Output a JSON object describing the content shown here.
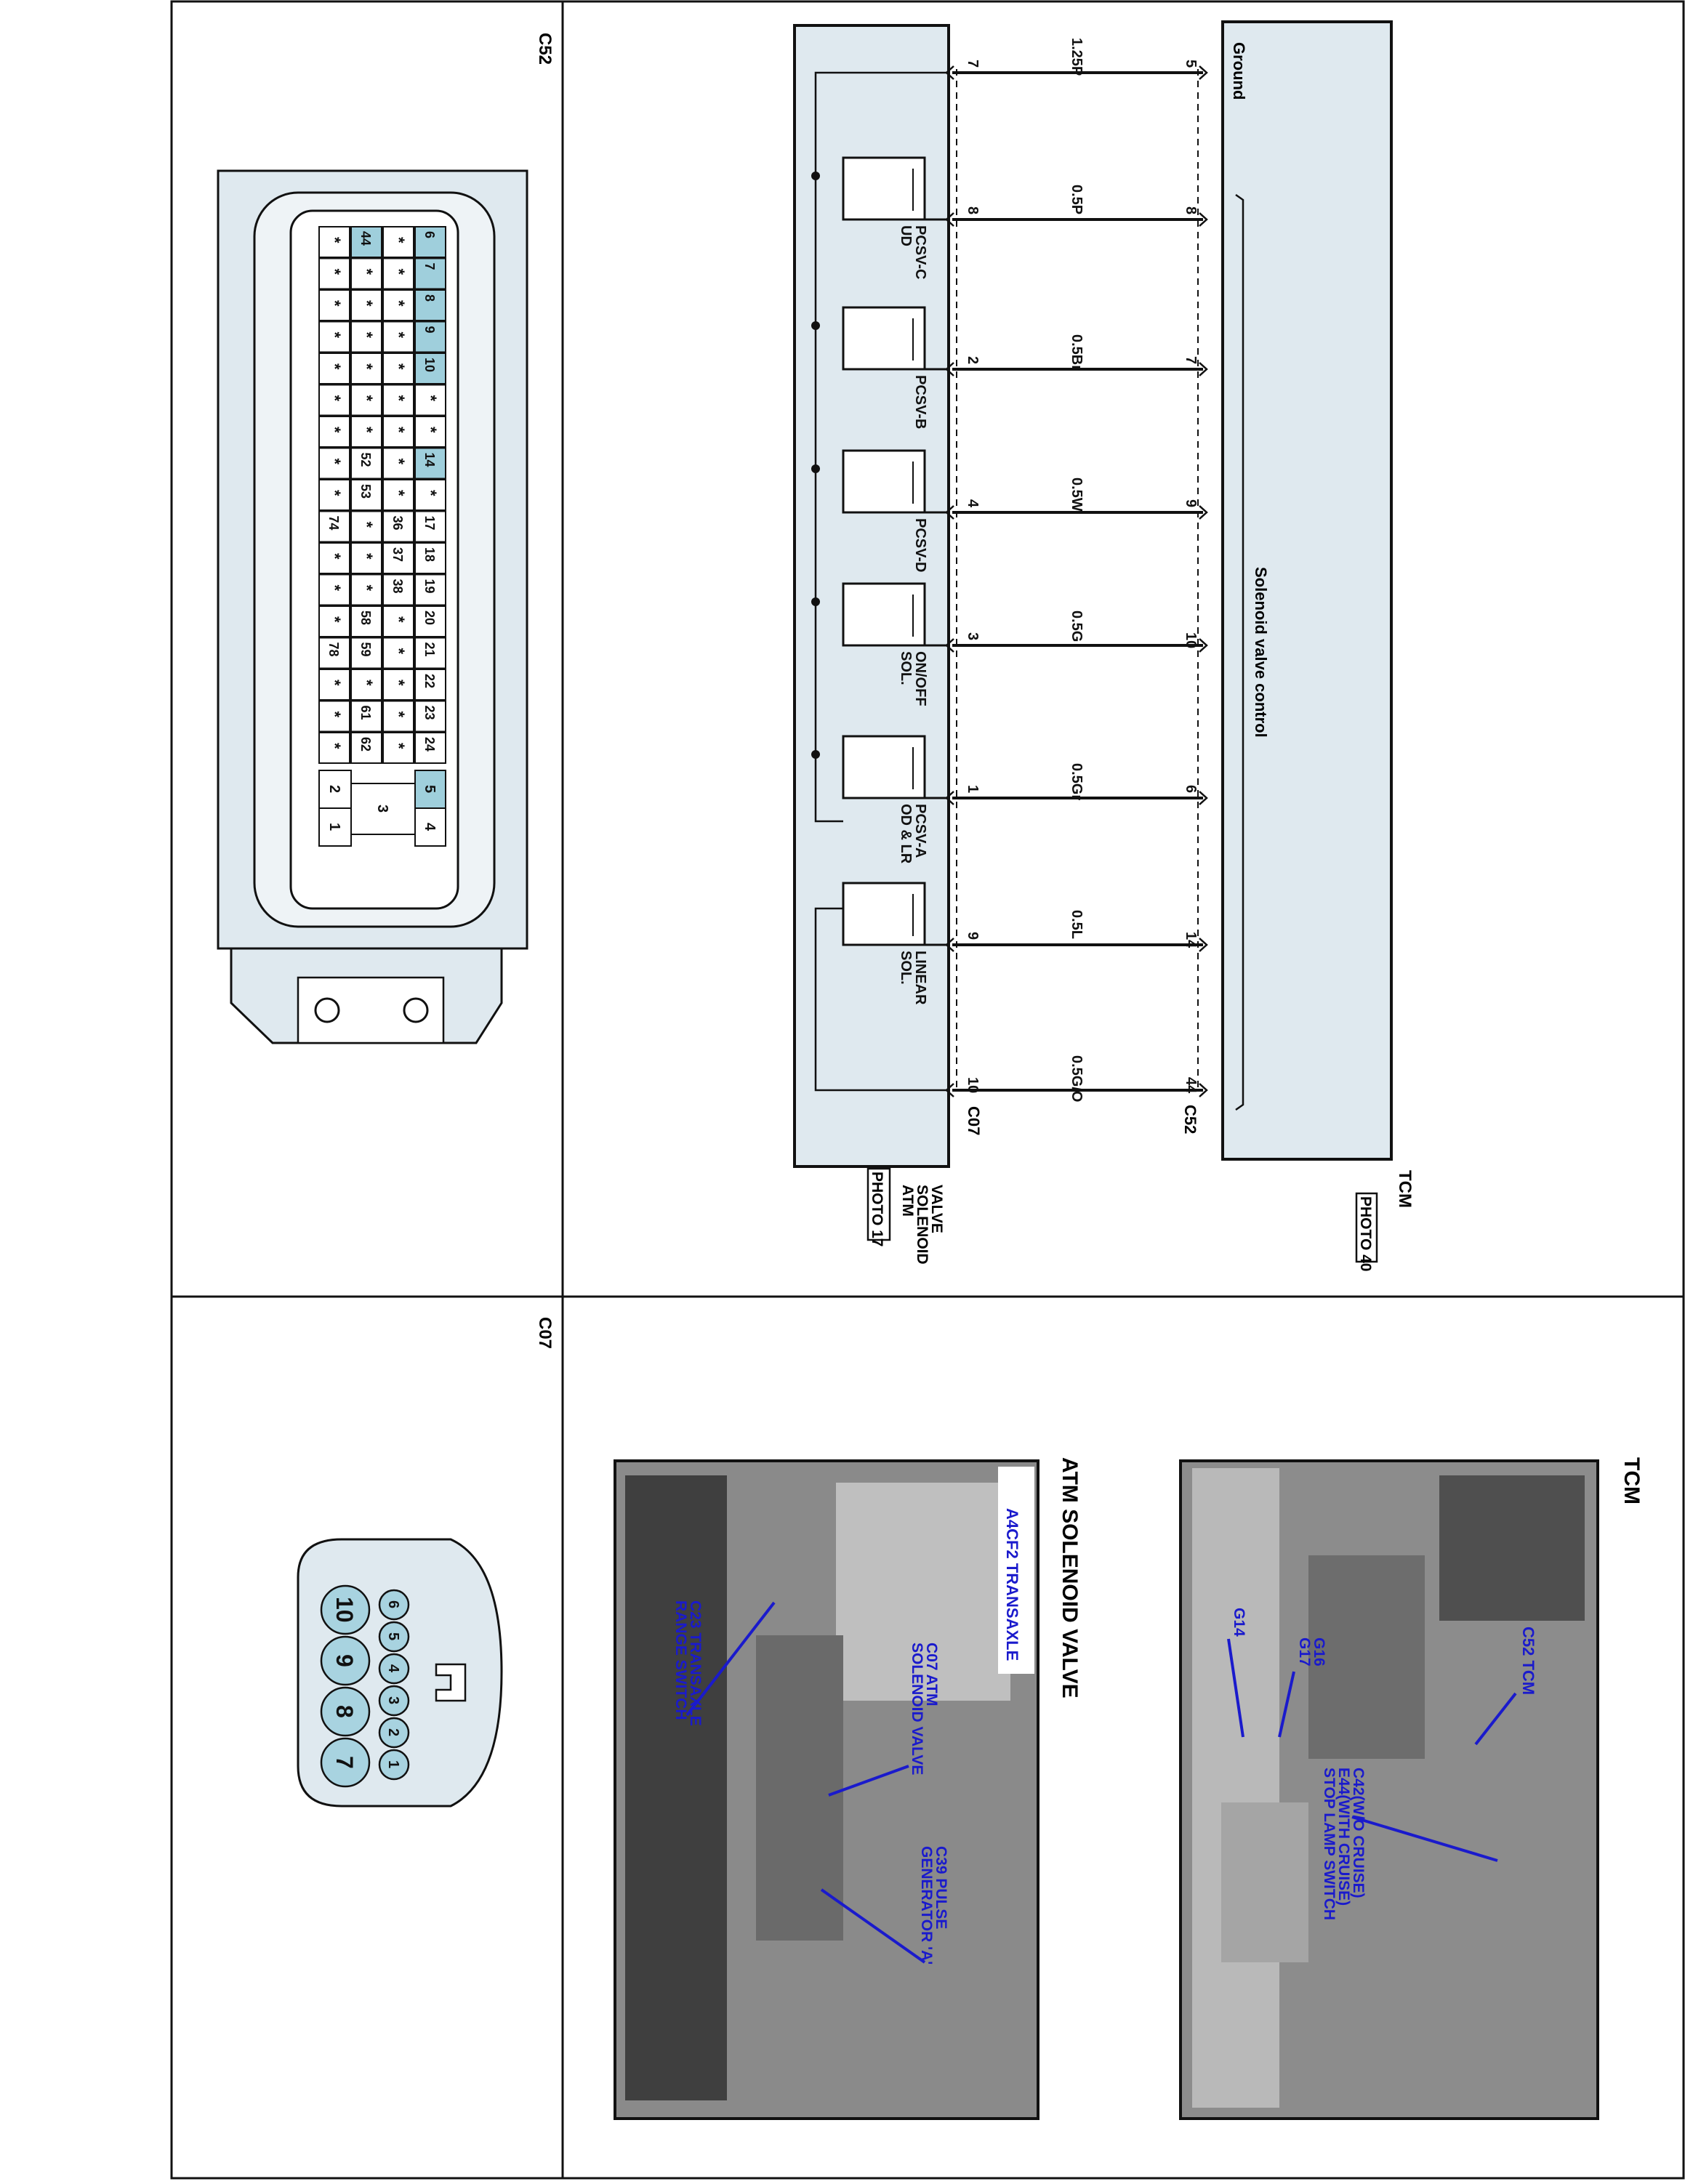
{
  "tcm": {
    "name": "TCM",
    "photo": "PHOTO 40",
    "ground_label": "Ground",
    "function_label": "Solenoid valve control",
    "connector": "C52"
  },
  "atm_valve": {
    "name_lines": [
      "ATM",
      "SOLENOID",
      "VALVE"
    ],
    "photo": "PHOTO 17",
    "connector": "C07"
  },
  "wires": [
    {
      "tcm_pin": "5",
      "color": "1.25P",
      "valve_pin": "7",
      "load": ""
    },
    {
      "tcm_pin": "8",
      "color": "0.5P",
      "valve_pin": "8",
      "load": "PCSV-C\nUD"
    },
    {
      "tcm_pin": "7",
      "color": "0.5Br",
      "valve_pin": "2",
      "load": "PCSV-B"
    },
    {
      "tcm_pin": "9",
      "color": "0.5W",
      "valve_pin": "4",
      "load": "PCSV-D"
    },
    {
      "tcm_pin": "10",
      "color": "0.5G",
      "valve_pin": "3",
      "load": "ON/OFF\nSOL."
    },
    {
      "tcm_pin": "6",
      "color": "0.5Gr",
      "valve_pin": "1",
      "load": "PCSV-A\nOD & LR"
    },
    {
      "tcm_pin": "14",
      "color": "0.5L",
      "valve_pin": "9",
      "load": "LINEAR\nSOL."
    },
    {
      "tcm_pin": "44",
      "color": "0.5G/O",
      "valve_pin": "10",
      "load": ""
    }
  ],
  "connector_c52": {
    "title": "C52",
    "grid": [
      [
        "6",
        "7",
        "8",
        "9",
        "10",
        "*",
        "*",
        "14",
        "*",
        "17",
        "18",
        "19",
        "20",
        "21",
        "22",
        "23",
        "24"
      ],
      [
        "*",
        "*",
        "*",
        "*",
        "*",
        "*",
        "*",
        "*",
        "*",
        "36",
        "37",
        "38",
        "*",
        "*",
        "*",
        "*",
        "*"
      ],
      [
        "44",
        "*",
        "*",
        "*",
        "*",
        "*",
        "*",
        "52",
        "53",
        "*",
        "*",
        "*",
        "58",
        "59",
        "*",
        "61",
        "62"
      ],
      [
        "*",
        "*",
        "*",
        "*",
        "*",
        "*",
        "*",
        "*",
        "*",
        "74",
        "*",
        "*",
        "*",
        "78",
        "*",
        "*",
        "*"
      ]
    ],
    "highlighted": [
      "6",
      "7",
      "8",
      "9",
      "10",
      "14",
      "44",
      "5"
    ],
    "power_pins": [
      "5",
      "4",
      "3",
      "2",
      "1"
    ],
    "colors": {
      "highlight": "#9fcfdc",
      "body": "#dfe9ef",
      "outline": "#222222"
    }
  },
  "connector_c07": {
    "title": "C07",
    "top_row": [
      "6",
      "5",
      "4",
      "3",
      "2",
      "1"
    ],
    "bottom_row": [
      "10",
      "9",
      "8",
      "7"
    ],
    "colors": {
      "pin": "#a8d3e0",
      "body": "#dfe9ef"
    }
  },
  "photo_tcm": {
    "heading": "TCM",
    "callouts": [
      "C52 TCM",
      "G16",
      "G17",
      "G14",
      "C42(W/O CRUISE)",
      "E44(WITH CRUISE)",
      "STOP LAMP SWITCH"
    ]
  },
  "photo_valve": {
    "heading": "ATM SOLENOID VALVE",
    "callouts": [
      "A4CF2 TRANSAXLE",
      "C07 ATM",
      "SOLENOID VALVE",
      "C39 PULSE",
      "GENERATOR 'A'",
      "C23 TRANSAXLE",
      "RANGE SWITCH"
    ]
  },
  "colors": {
    "label_blue": "#1a1acc",
    "box_fill": "#dfe9ef",
    "ink": "#111111"
  }
}
